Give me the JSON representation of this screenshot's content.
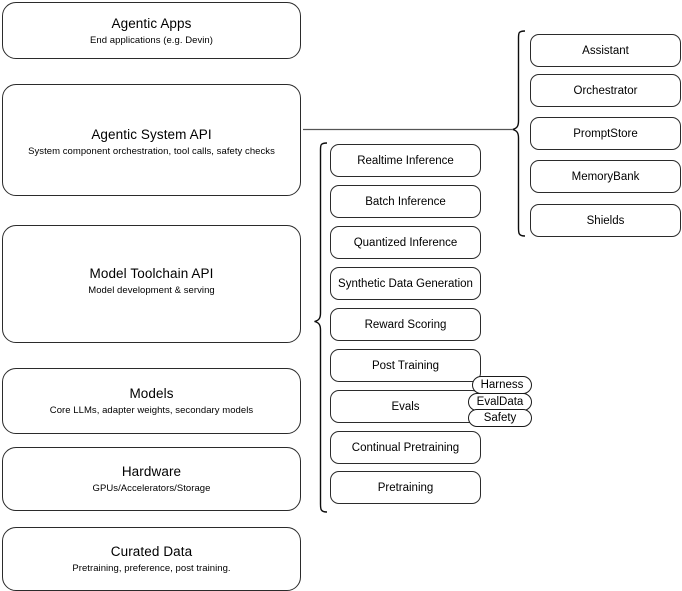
{
  "diagram": {
    "title": "AI stack layered architecture",
    "stroke_color": "#2b2b2b",
    "background_color": "#ffffff"
  },
  "layers": [
    {
      "id": "agentic-apps",
      "title": "Agentic Apps",
      "subtitle": "End applications (e.g. Devin)"
    },
    {
      "id": "agentic-system-api",
      "title": "Agentic System API",
      "subtitle": "System component orchestration, tool calls, safety checks"
    },
    {
      "id": "model-toolchain-api",
      "title": "Model Toolchain API",
      "subtitle": "Model development & serving"
    },
    {
      "id": "models",
      "title": "Models",
      "subtitle": "Core LLMs, adapter weights, secondary models"
    },
    {
      "id": "hardware",
      "title": "Hardware",
      "subtitle": "GPUs/Accelerators/Storage"
    },
    {
      "id": "curated-data",
      "title": "Curated Data",
      "subtitle": "Pretraining, preference, post training."
    }
  ],
  "toolchain_capabilities": [
    {
      "id": "realtime-inference",
      "label": "Realtime Inference"
    },
    {
      "id": "batch-inference",
      "label": "Batch Inference"
    },
    {
      "id": "quantized-inference",
      "label": "Quantized Inference"
    },
    {
      "id": "synthetic-data-generation",
      "label": "Synthetic Data Generation"
    },
    {
      "id": "reward-scoring",
      "label": "Reward Scoring"
    },
    {
      "id": "post-training",
      "label": "Post Training"
    },
    {
      "id": "evals",
      "label": "Evals"
    },
    {
      "id": "continual-pretraining",
      "label": "Continual Pretraining"
    },
    {
      "id": "pretraining",
      "label": "Pretraining"
    }
  ],
  "evals_subcomponents": [
    {
      "id": "harness",
      "label": "Harness"
    },
    {
      "id": "evaldata",
      "label": "EvalData"
    },
    {
      "id": "safety",
      "label": "Safety"
    }
  ],
  "agentic_system_components": [
    {
      "id": "assistant",
      "label": "Assistant"
    },
    {
      "id": "orchestrator",
      "label": "Orchestrator"
    },
    {
      "id": "promptstore",
      "label": "PromptStore"
    },
    {
      "id": "memorybank",
      "label": "MemoryBank"
    },
    {
      "id": "shields",
      "label": "Shields"
    }
  ]
}
